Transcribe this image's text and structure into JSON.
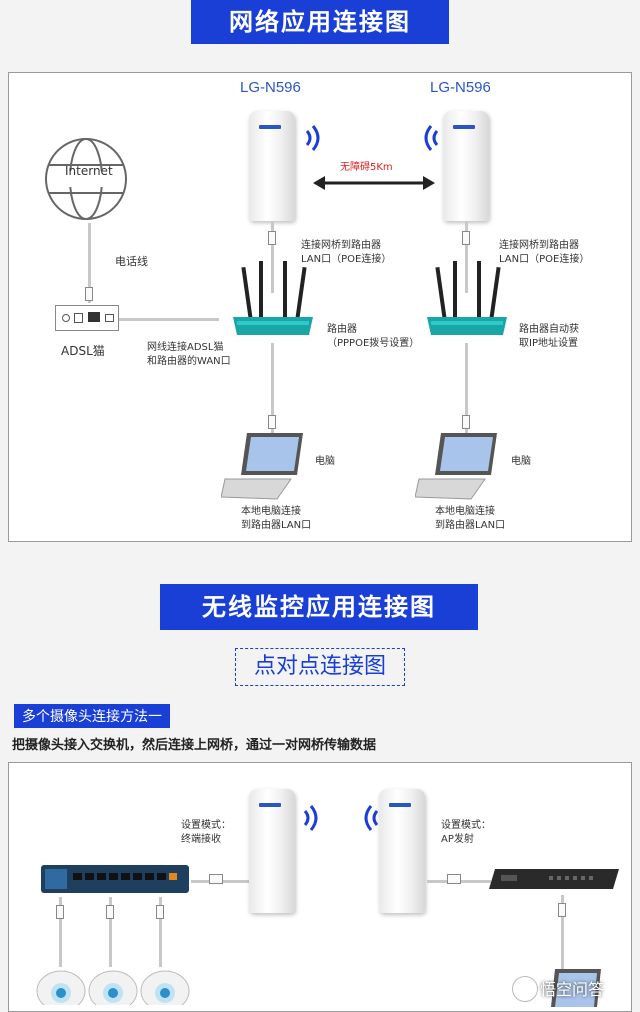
{
  "section1": {
    "title": "网络应用连接图",
    "bridge_left_model": "LG-N596",
    "bridge_right_model": "LG-N596",
    "distance_label": "无障碍5Km",
    "internet_label": "Internet",
    "phone_line_label": "电话线",
    "adsl_label": "ADSL猫",
    "left_bridge_conn": [
      "连接网桥到路由器",
      "LAN口（POE连接）"
    ],
    "right_bridge_conn": [
      "连接网桥到路由器",
      "LAN口（POE连接）"
    ],
    "wan_conn": [
      "网线连接ADSL猫",
      "和路由器的WAN口"
    ],
    "router_left": [
      "路由器",
      "（PPPOE拨号设置）"
    ],
    "router_right": [
      "路由器自动获",
      "取IP地址设置"
    ],
    "pc_left_label": "电脑",
    "pc_right_label": "电脑",
    "pc_left_conn": [
      "本地电脑连接",
      "到路由器LAN口"
    ],
    "pc_right_conn": [
      "本地电脑连接",
      "到路由器LAN口"
    ]
  },
  "section2": {
    "title": "无线监控应用连接图",
    "subtitle": "点对点连接图",
    "method_tag": "多个摄像头连接方法一",
    "description": "把摄像头接入交换机，然后连接上网桥，通过一对网桥传输数据",
    "left_mode": [
      "设置模式：",
      "终端接收"
    ],
    "right_mode": [
      "设置模式：",
      "AP发射"
    ]
  },
  "watermark": "悟空问答",
  "colors": {
    "accent": "#1a3fd6",
    "model_text": "#2a57c8",
    "distance_text": "#e02020"
  }
}
